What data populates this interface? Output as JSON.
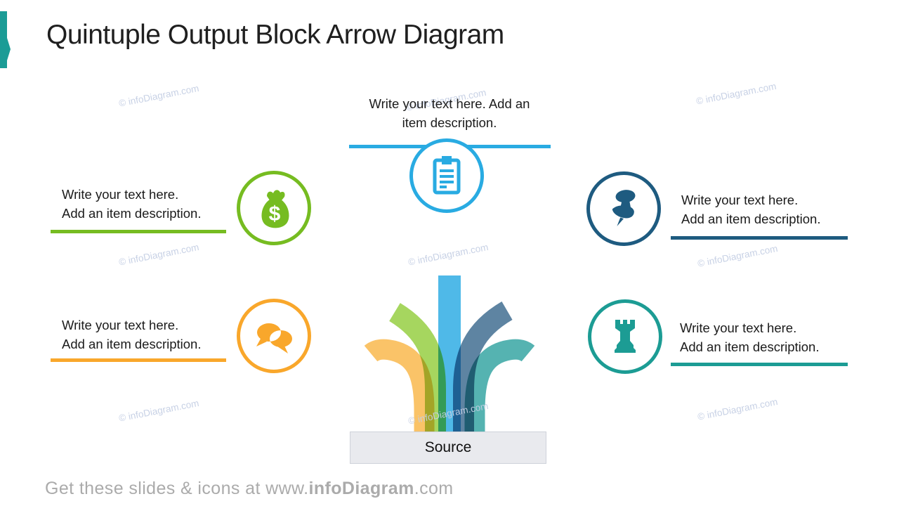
{
  "slide": {
    "title": "Quintuple Output Block Arrow Diagram",
    "accent_color": "#1B9C96",
    "background_color": "#FFFFFF"
  },
  "items": {
    "top": {
      "line1": "Write your text here. Add an",
      "line2": "item description.",
      "color": "#29ABE2",
      "icon": "clipboard-icon"
    },
    "left_upper": {
      "line1": "Write your text here.",
      "line2": "Add an item description.",
      "color": "#76BC21",
      "icon": "money-bag-icon"
    },
    "left_lower": {
      "line1": "Write your text here.",
      "line2": "Add an item description.",
      "color": "#F9A72B",
      "icon": "chat-bubbles-icon"
    },
    "right_upper": {
      "line1": "Write your text here.",
      "line2": "Add an item description.",
      "color": "#1E5B80",
      "icon": "pushpin-icon"
    },
    "right_lower": {
      "line1": "Write your text here.",
      "line2": "Add an item description.",
      "color": "#1C9C94",
      "icon": "chess-rook-icon"
    }
  },
  "arrows": {
    "up": {
      "color": "#4FB9E8"
    },
    "upper_left": {
      "color": "#A6D65F"
    },
    "lower_left": {
      "color": "#FAC368"
    },
    "upper_right": {
      "color": "#5E84A2"
    },
    "lower_right": {
      "color": "#55B3B1"
    }
  },
  "source": {
    "label": "Source"
  },
  "watermark": {
    "text": "© infoDiagram.com"
  },
  "footer": {
    "prefix": "Get these slides & icons at www.",
    "brand": "infoDiagram",
    "suffix": ".com"
  }
}
